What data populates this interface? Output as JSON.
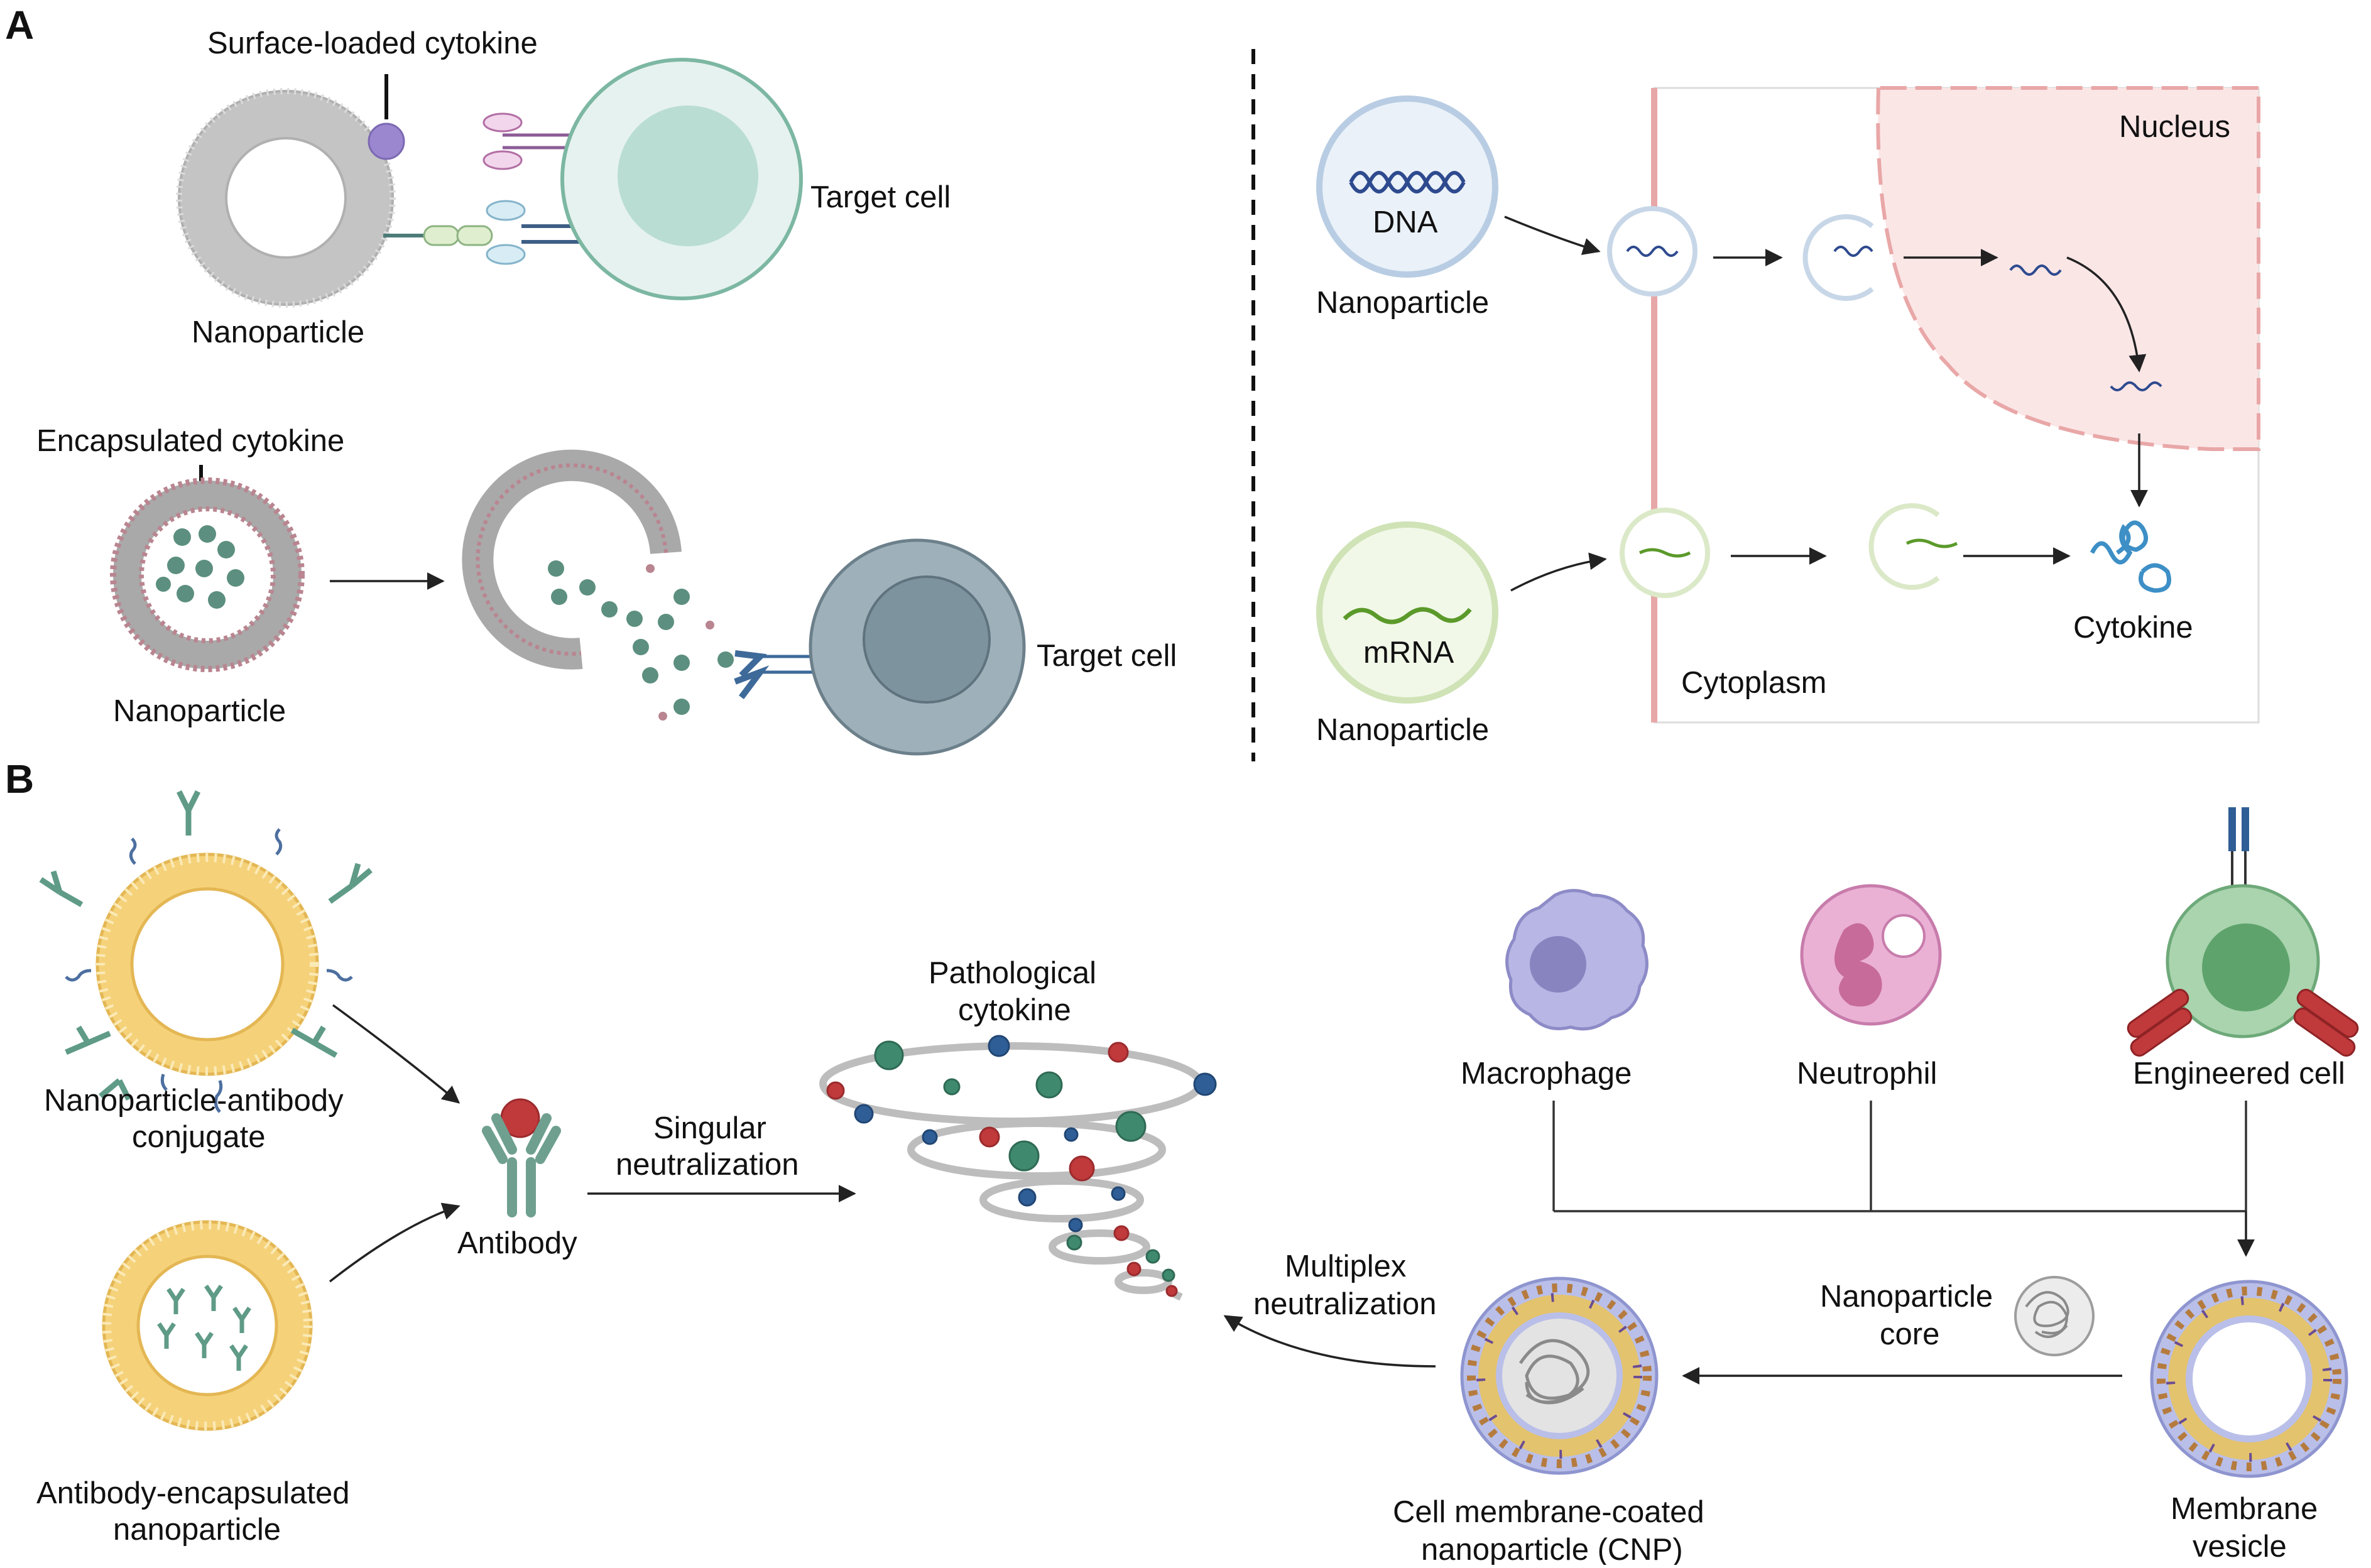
{
  "panels": {
    "a": "A",
    "b": "B"
  },
  "panel_a": {
    "surface_loaded_cytokine": "Surface-loaded cytokine",
    "target_cell_1": "Target cell",
    "nanoparticle_1": "Nanoparticle",
    "encapsulated_cytokine": "Encapsulated cytokine",
    "nanoparticle_2": "Nanoparticle",
    "target_cell_2": "Target cell",
    "dna": "DNA",
    "nanoparticle_dna": "Nanoparticle",
    "mrna": "mRNA",
    "nanoparticle_mrna": "Nanoparticle",
    "nucleus": "Nucleus",
    "cytoplasm": "Cytoplasm",
    "cytokine": "Cytokine"
  },
  "panel_b": {
    "np_antibody_conjugate": [
      "Nanoparticle-antibody",
      "conjugate"
    ],
    "antibody_encapsulated": [
      "Antibody-encapsulated",
      "nanoparticle"
    ],
    "antibody": "Antibody",
    "singular_neutralization": [
      "Singular",
      "neutralization"
    ],
    "pathological_cytokine": [
      "Pathological",
      "cytokine"
    ],
    "multiplex_neutralization": [
      "Multiplex",
      "neutralization"
    ],
    "macrophage": "Macrophage",
    "neutrophil": "Neutrophil",
    "engineered_cell": "Engineered cell",
    "nanoparticle_core": [
      "Nanoparticle",
      "core"
    ],
    "cnp": [
      "Cell membrane-coated",
      "nanoparticle (CNP)"
    ],
    "membrane_vesicle": [
      "Membrane",
      "vesicle"
    ]
  },
  "colors": {
    "gray_np": "#c8c8c8",
    "teal_cell": "#e4f1ee",
    "teal_border": "#7fb8a6",
    "slate_cell": "#9eb1ba",
    "slate_nucleus": "#7d939e",
    "lipid_pink": "#b98590",
    "cytokine_teal": "#5c8f7f",
    "nucleus_fill": "#fbe6e6",
    "yellow_lipid": "#f5d27a",
    "red_dot": "#c0393b",
    "blue_dot": "#2f5e96",
    "green_dot": "#3f8a6e",
    "macrophage": "#b7b6e4",
    "neutrophil": "#e8a7cf",
    "engineered": "#a9d4ae"
  }
}
